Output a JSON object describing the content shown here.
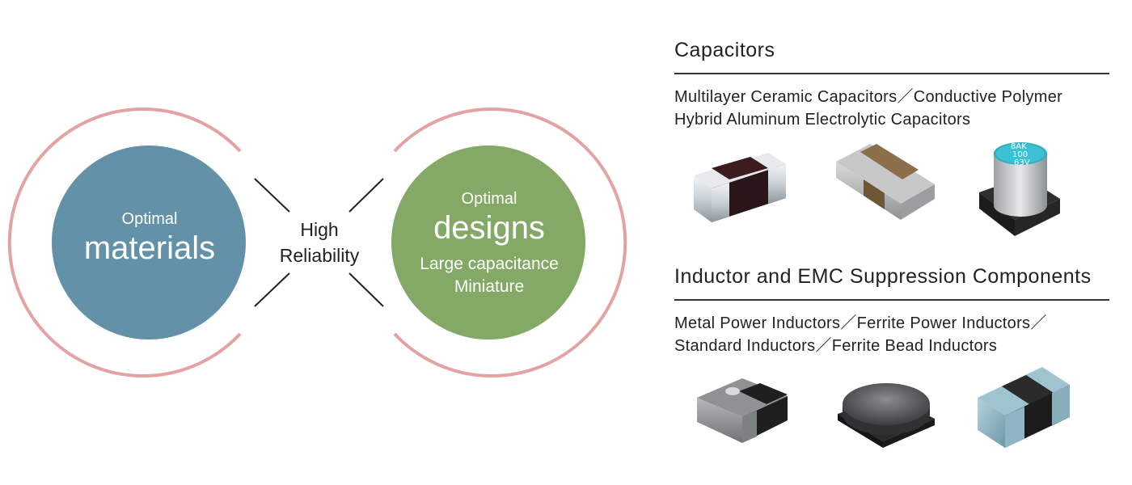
{
  "diagram": {
    "left_circle": {
      "small": "Optimal",
      "big": "materials",
      "color": "#6392a8"
    },
    "right_circle": {
      "small": "Optimal",
      "big": "designs",
      "lines": [
        "Large capacitance",
        "Miniature"
      ],
      "color": "#84a865"
    },
    "center": {
      "lines": [
        "High",
        "Reliability"
      ]
    },
    "ring_color": "#e4a3a3"
  },
  "capacitors": {
    "title": "Capacitors",
    "lines": [
      "Multilayer Ceramic Capacitors／Conductive Polymer",
      "Hybrid Aluminum Electrolytic Capacitors"
    ],
    "products": [
      "ceramic-capacitor-dark",
      "ceramic-capacitor-brown",
      "aluminum-electrolytic-capacitor"
    ],
    "can_marking": [
      "8AK",
      "100",
      "63V"
    ]
  },
  "inductors": {
    "title": "Inductor and EMC Suppression Components",
    "lines": [
      "Metal Power Inductors／Ferrite Power Inductors／",
      "Standard Inductors／Ferrite Bead Inductors"
    ],
    "products": [
      "metal-power-inductor",
      "ferrite-power-inductor",
      "ferrite-bead-inductor"
    ]
  }
}
